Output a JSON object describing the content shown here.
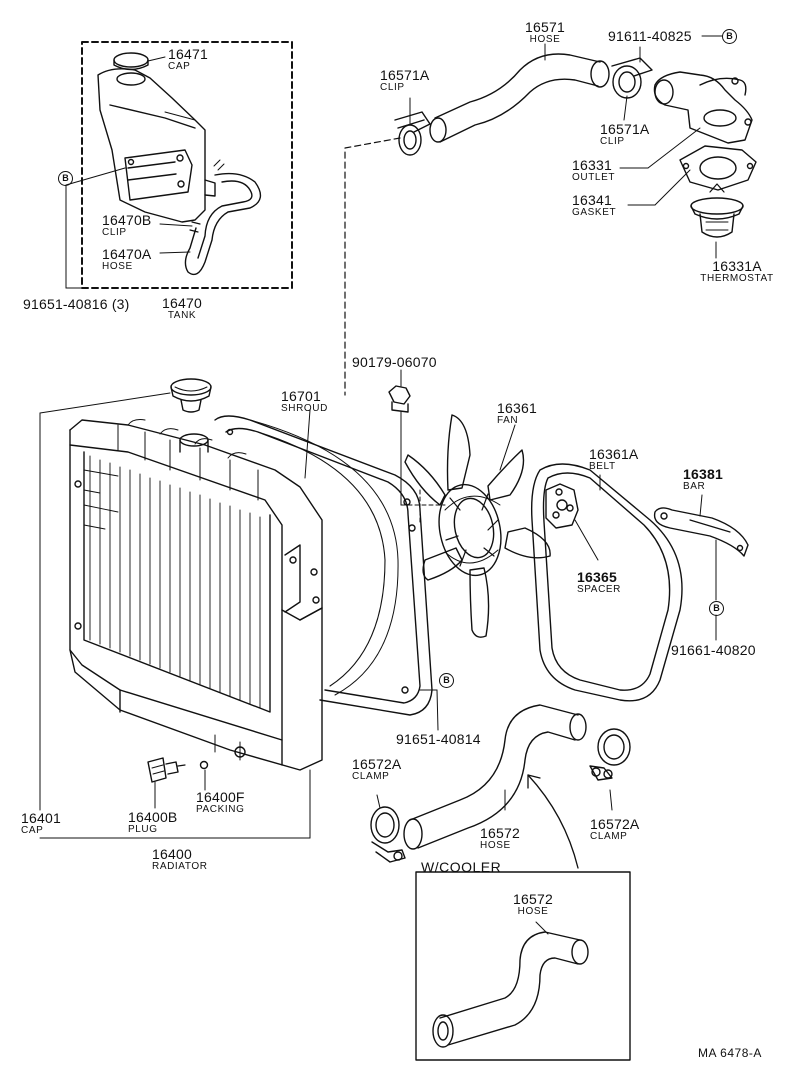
{
  "parts": {
    "p16471": {
      "num": "16471",
      "name": "CAP"
    },
    "p16470B": {
      "num": "16470B",
      "name": "CLIP"
    },
    "p16470A": {
      "num": "16470A",
      "name": "HOSE"
    },
    "p16470": {
      "num": "16470",
      "name": "TANK"
    },
    "p91651_3": {
      "num": "91651-40816 (3)"
    },
    "p16571": {
      "num": "16571",
      "name": "HOSE"
    },
    "p16571A_l": {
      "num": "16571A",
      "name": "CLIP"
    },
    "p16571A_r": {
      "num": "16571A",
      "name": "CLIP"
    },
    "p91611": {
      "num": "91611-40825"
    },
    "p16331": {
      "num": "16331",
      "name": "OUTLET"
    },
    "p16341": {
      "num": "16341",
      "name": "GASKET"
    },
    "p16331A": {
      "num": "16331A",
      "name": "THERMOSTAT"
    },
    "p90179": {
      "num": "90179-06070"
    },
    "p16701": {
      "num": "16701",
      "name": "SHROUD"
    },
    "p16361": {
      "num": "16361",
      "name": "FAN"
    },
    "p16361A": {
      "num": "16361A",
      "name": "BELT"
    },
    "p16381": {
      "num": "16381",
      "name": "BAR"
    },
    "p16365": {
      "num": "16365",
      "name": "SPACER"
    },
    "p91661": {
      "num": "91661-40820"
    },
    "p91651": {
      "num": "91651-40814"
    },
    "p16572A_l": {
      "num": "16572A",
      "name": "CLAMP"
    },
    "p16572": {
      "num": "16572",
      "name": "HOSE"
    },
    "p16572A_r": {
      "num": "16572A",
      "name": "CLAMP"
    },
    "p16401": {
      "num": "16401",
      "name": "CAP"
    },
    "p16400B": {
      "num": "16400B",
      "name": "PLUG"
    },
    "p16400F": {
      "num": "16400F",
      "name": "PACKING"
    },
    "p16400": {
      "num": "16400",
      "name": "RADIATOR"
    },
    "p16572_cooler": {
      "num": "16572",
      "name": "HOSE"
    }
  },
  "ref_marker": "B",
  "cooler_title": "W/COOLER",
  "diagram_code": "MA  6478-A"
}
